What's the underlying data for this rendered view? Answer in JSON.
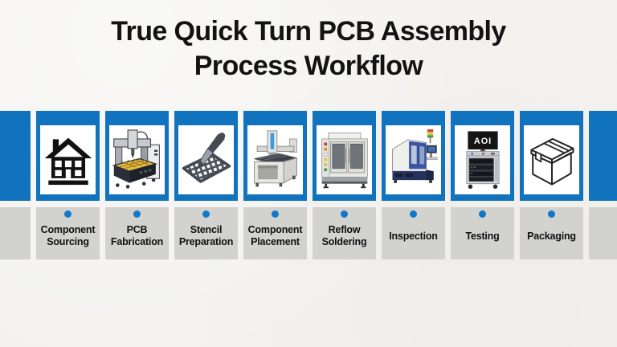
{
  "title": {
    "line1": "True Quick Turn PCB Assembly",
    "line2": "Process Workflow"
  },
  "colors": {
    "accent_blue": "#1173bd",
    "dot_blue": "#1478c8",
    "label_bg": "#d2d2cf",
    "page_bg": "#f3f2ef",
    "tile_bg": "#ffffff",
    "title_color": "#131313",
    "label_color": "#111111"
  },
  "workflow": {
    "steps": [
      {
        "label": "Component Sourcing",
        "icon": "warehouse-icon"
      },
      {
        "label": "PCB Fabrication",
        "icon": "pcb-fabrication-machine-image"
      },
      {
        "label": "Stencil Preparation",
        "icon": "stencil-knife-icon"
      },
      {
        "label": "Component Placement",
        "icon": "pick-and-place-machine-image"
      },
      {
        "label": "Reflow Soldering",
        "icon": "reflow-oven-image"
      },
      {
        "label": "Inspection",
        "icon": "inspection-machine-image"
      },
      {
        "label": "Testing",
        "icon": "aoi-test-rack-image"
      },
      {
        "label": "Packaging",
        "icon": "shipping-box-icon"
      }
    ],
    "testing_screen_text": "AOI"
  }
}
